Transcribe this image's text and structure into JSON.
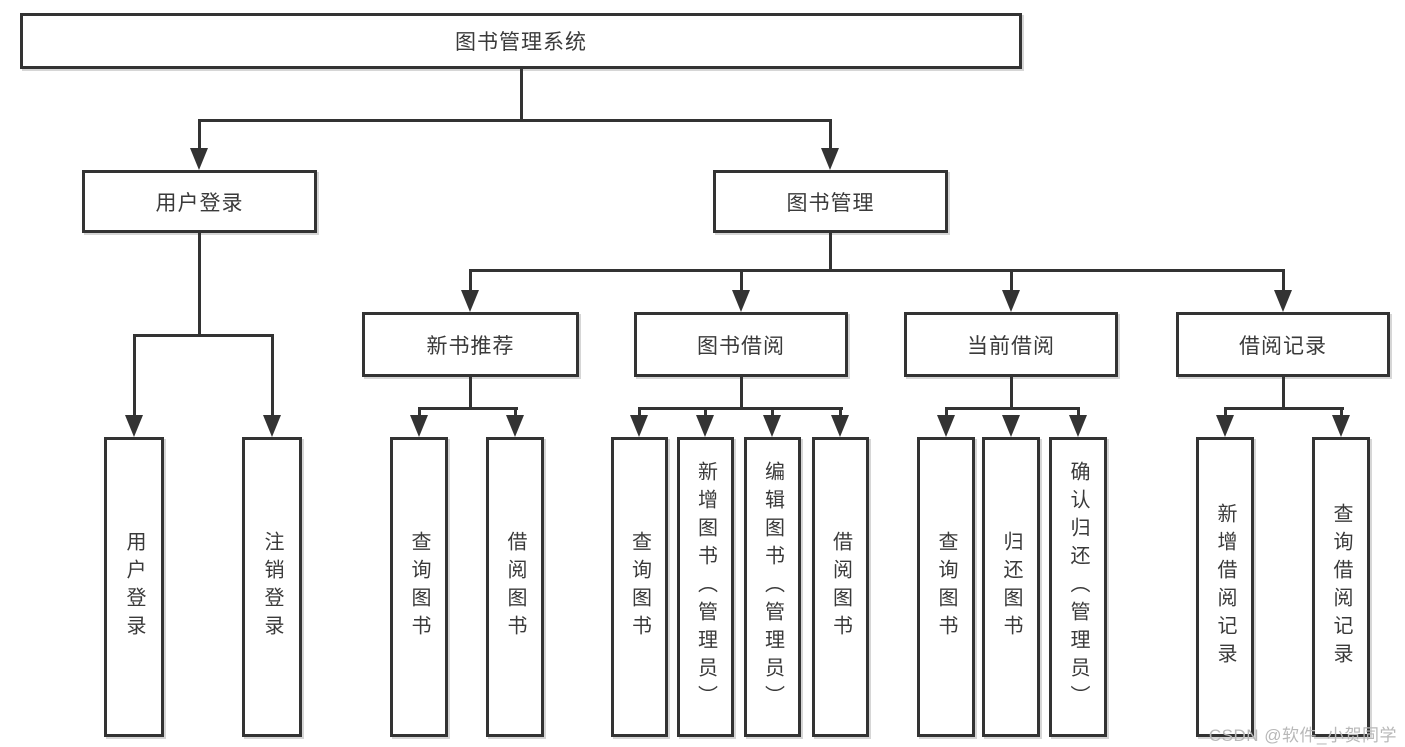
{
  "diagram": {
    "title": {
      "label": "图书管理系统"
    },
    "level2": [
      {
        "label": "用户登录"
      },
      {
        "label": "图书管理"
      }
    ],
    "level3": [
      {
        "label": "新书推荐"
      },
      {
        "label": "图书借阅"
      },
      {
        "label": "当前借阅"
      },
      {
        "label": "借阅记录"
      }
    ],
    "level4": [
      {
        "label": "用户登录"
      },
      {
        "label": "注销登录"
      },
      {
        "label": "查询图书"
      },
      {
        "label": "借阅图书"
      },
      {
        "label": "查询图书"
      },
      {
        "label": "新增图书（管理员）"
      },
      {
        "label": "编辑图书（管理员）"
      },
      {
        "label": "借阅图书"
      },
      {
        "label": "查询图书"
      },
      {
        "label": "归还图书"
      },
      {
        "label": "确认归还（管理员）"
      },
      {
        "label": "新增借阅记录"
      },
      {
        "label": "查询借阅记录"
      }
    ],
    "watermark": "CSDN @软件_小贺同学"
  },
  "colors": {
    "line": "#333333",
    "text": "#3a3a3a",
    "watermark": "#b8b8b8",
    "background": "#ffffff"
  }
}
